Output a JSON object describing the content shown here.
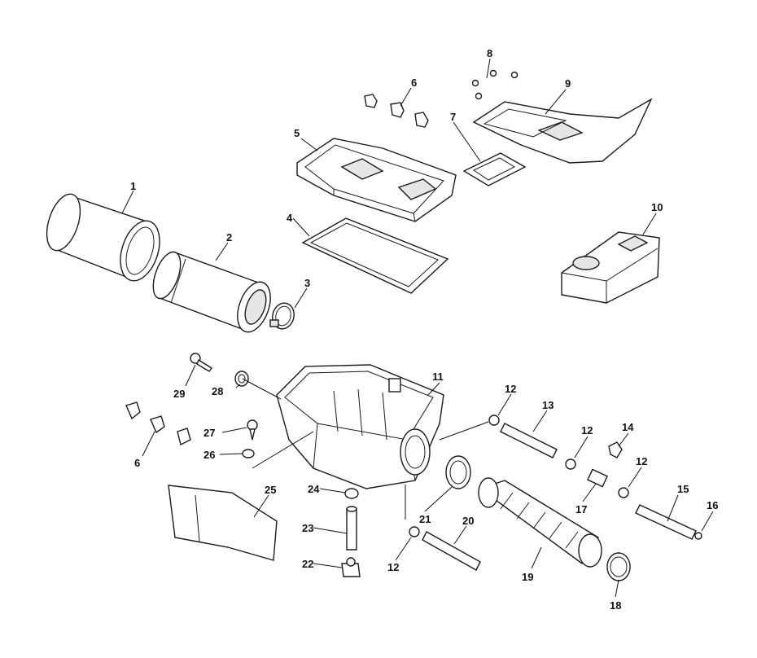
{
  "labels": {
    "p1": "1",
    "p2": "2",
    "p3": "3",
    "p4": "4",
    "p5": "5",
    "p6a": "6",
    "p6b": "6",
    "p7": "7",
    "p8": "8",
    "p9": "9",
    "p10": "10",
    "p11": "11",
    "p12a": "12",
    "p12b": "12",
    "p12c": "12",
    "p12d": "12",
    "p13": "13",
    "p14": "14",
    "p15": "15",
    "p16": "16",
    "p17": "17",
    "p18": "18",
    "p19": "19",
    "p20": "20",
    "p21": "21",
    "p22": "22",
    "p23": "23",
    "p24": "24",
    "p25": "25",
    "p26": "26",
    "p27": "27",
    "p28": "28",
    "p29": "29"
  }
}
